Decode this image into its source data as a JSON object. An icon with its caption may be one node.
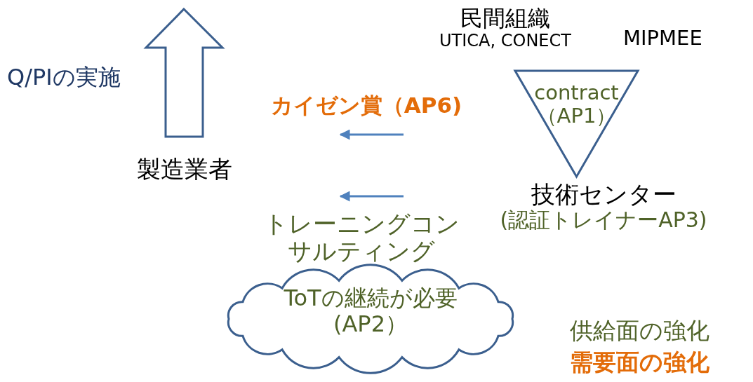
{
  "diagram": {
    "nodes": [
      {
        "text": [
          "民間組織",
          "UTICA, CONECT"
        ]
      },
      {
        "text": [
          "contract （AP1）"
        ]
      },
      {
        "text": [
          "技術センター",
          "(認証トレイナーAP3)"
        ]
      },
      {
        "text": [
          "カイゼン賞（AP6)"
        ]
      },
      {
        "text": [
          "トレーニングコンサルティング"
        ]
      },
      {
        "text": [
          "ToTの継続が必要(AP2）"
        ]
      },
      {
        "text": [
          "製造業者"
        ]
      }
    ],
    "edges": [
      {
        "from": null,
        "to": 3,
        "arrow": "to"
      },
      {
        "from": null,
        "to": 4,
        "arrow": "to"
      }
    ],
    "labels": [
      "MIPMEE",
      "Q/PIの実施",
      "供給面の強化",
      "需要面の強化"
    ]
  }
}
